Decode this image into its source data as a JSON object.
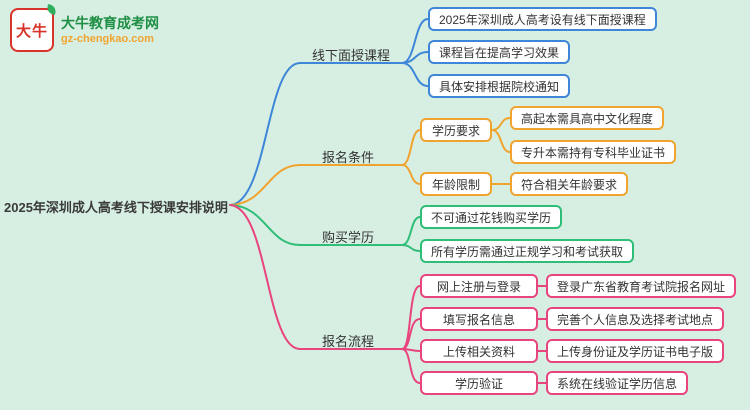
{
  "logo": {
    "mark": "大牛",
    "site_name": "大牛教育成考网",
    "site_url": "gz-chengkao.com"
  },
  "root": {
    "label": "2025年深圳成人高考线下授课安排说明"
  },
  "colors": {
    "background": "#d7efe2",
    "blue": "#3e86d8",
    "orange": "#f0a32f",
    "green": "#2fbe77",
    "pink": "#e8447e"
  },
  "branches": [
    {
      "label": "线下面授课程",
      "color": "#3e86d8",
      "children": [
        {
          "label": "2025年深圳成人高考设有线下面授课程"
        },
        {
          "label": "课程旨在提高学习效果"
        },
        {
          "label": "具体安排根据院校通知"
        }
      ]
    },
    {
      "label": "报名条件",
      "color": "#f0a32f",
      "children": [
        {
          "label": "学历要求",
          "children": [
            {
              "label": "高起本需具高中文化程度"
            },
            {
              "label": "专升本需持有专科毕业证书"
            }
          ]
        },
        {
          "label": "年龄限制",
          "children": [
            {
              "label": "符合相关年龄要求"
            }
          ]
        }
      ]
    },
    {
      "label": "购买学历",
      "color": "#2fbe77",
      "children": [
        {
          "label": "不可通过花钱购买学历"
        },
        {
          "label": "所有学历需通过正规学习和考试获取"
        }
      ]
    },
    {
      "label": "报名流程",
      "color": "#e8447e",
      "steps": [
        {
          "step": "网上注册与登录",
          "detail": "登录广东省教育考试院报名网址"
        },
        {
          "step": "填写报名信息",
          "detail": "完善个人信息及选择考试地点"
        },
        {
          "step": "上传相关资料",
          "detail": "上传身份证及学历证书电子版"
        },
        {
          "step": "学历验证",
          "detail": "系统在线验证学历信息"
        }
      ]
    }
  ]
}
